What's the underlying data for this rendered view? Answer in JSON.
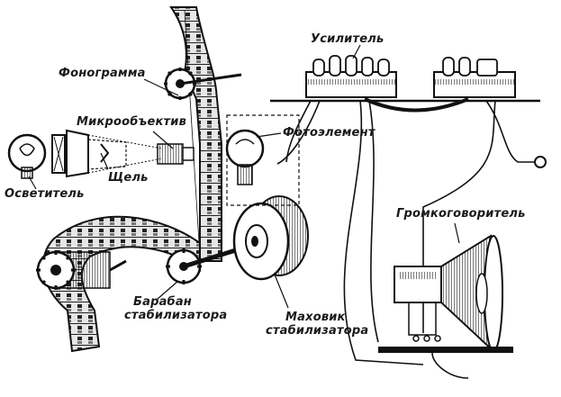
{
  "labels": {
    "amplifier": "Усилитель",
    "soundtrack": "Фонограмма",
    "micro_objective": "Микрообъектив",
    "photocell": "Фотоэлемент",
    "illuminator": "Осветитель",
    "slit": "Щель",
    "loudspeaker": "Громкоговоритель",
    "drum_line1": "Барабан",
    "drum_line2": "стабилизатора",
    "flywheel_line1": "Маховик",
    "flywheel_line2": "стабилизатора"
  },
  "colors": {
    "ink": "#1a1a1a",
    "background": "#ffffff",
    "film": "#dcdcdc"
  },
  "icons": [
    "lamp-icon",
    "lens-icon",
    "photocell-icon",
    "speaker-icon",
    "amplifier-icon",
    "film-reel-icon",
    "flywheel-icon"
  ]
}
